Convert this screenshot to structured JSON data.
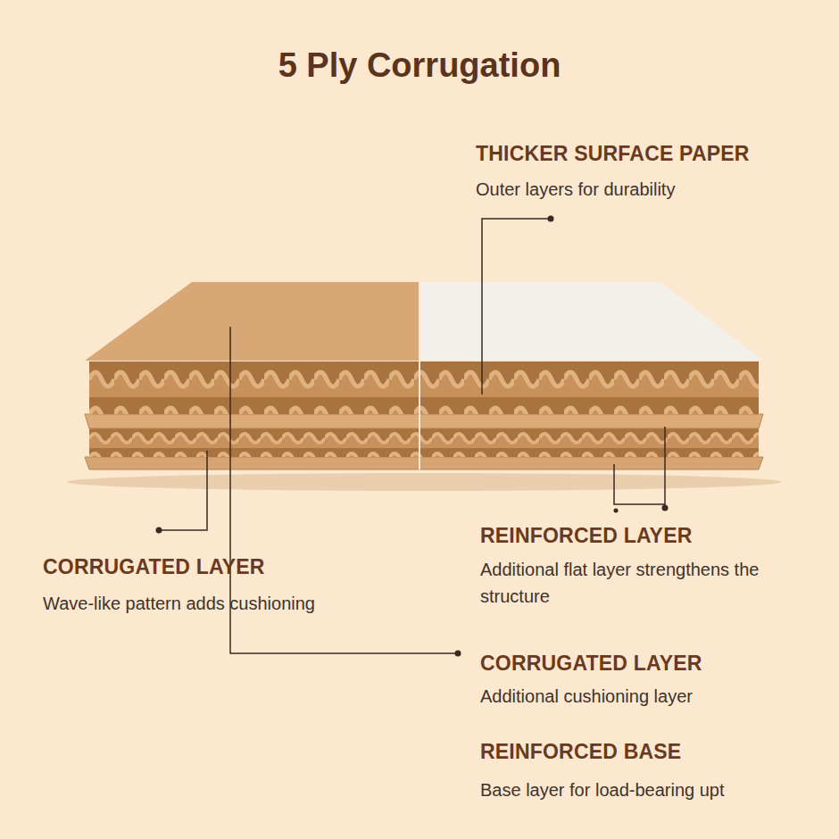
{
  "diagram": {
    "title": "5 Ply Corrugation",
    "labels": [
      "THICKER SURFACE PAPER",
      "Outer layers for durability",
      "CORRUGATED LAYER",
      "Wave-like pattern adds cushioning",
      "REINFORCED LAYER",
      "Additional flat layer strengthens the structure",
      "CORRUGATED LAYER",
      "Additional cushioning layer",
      "REINFORCED BASE",
      "Base layer for load-bearing upt"
    ]
  }
}
